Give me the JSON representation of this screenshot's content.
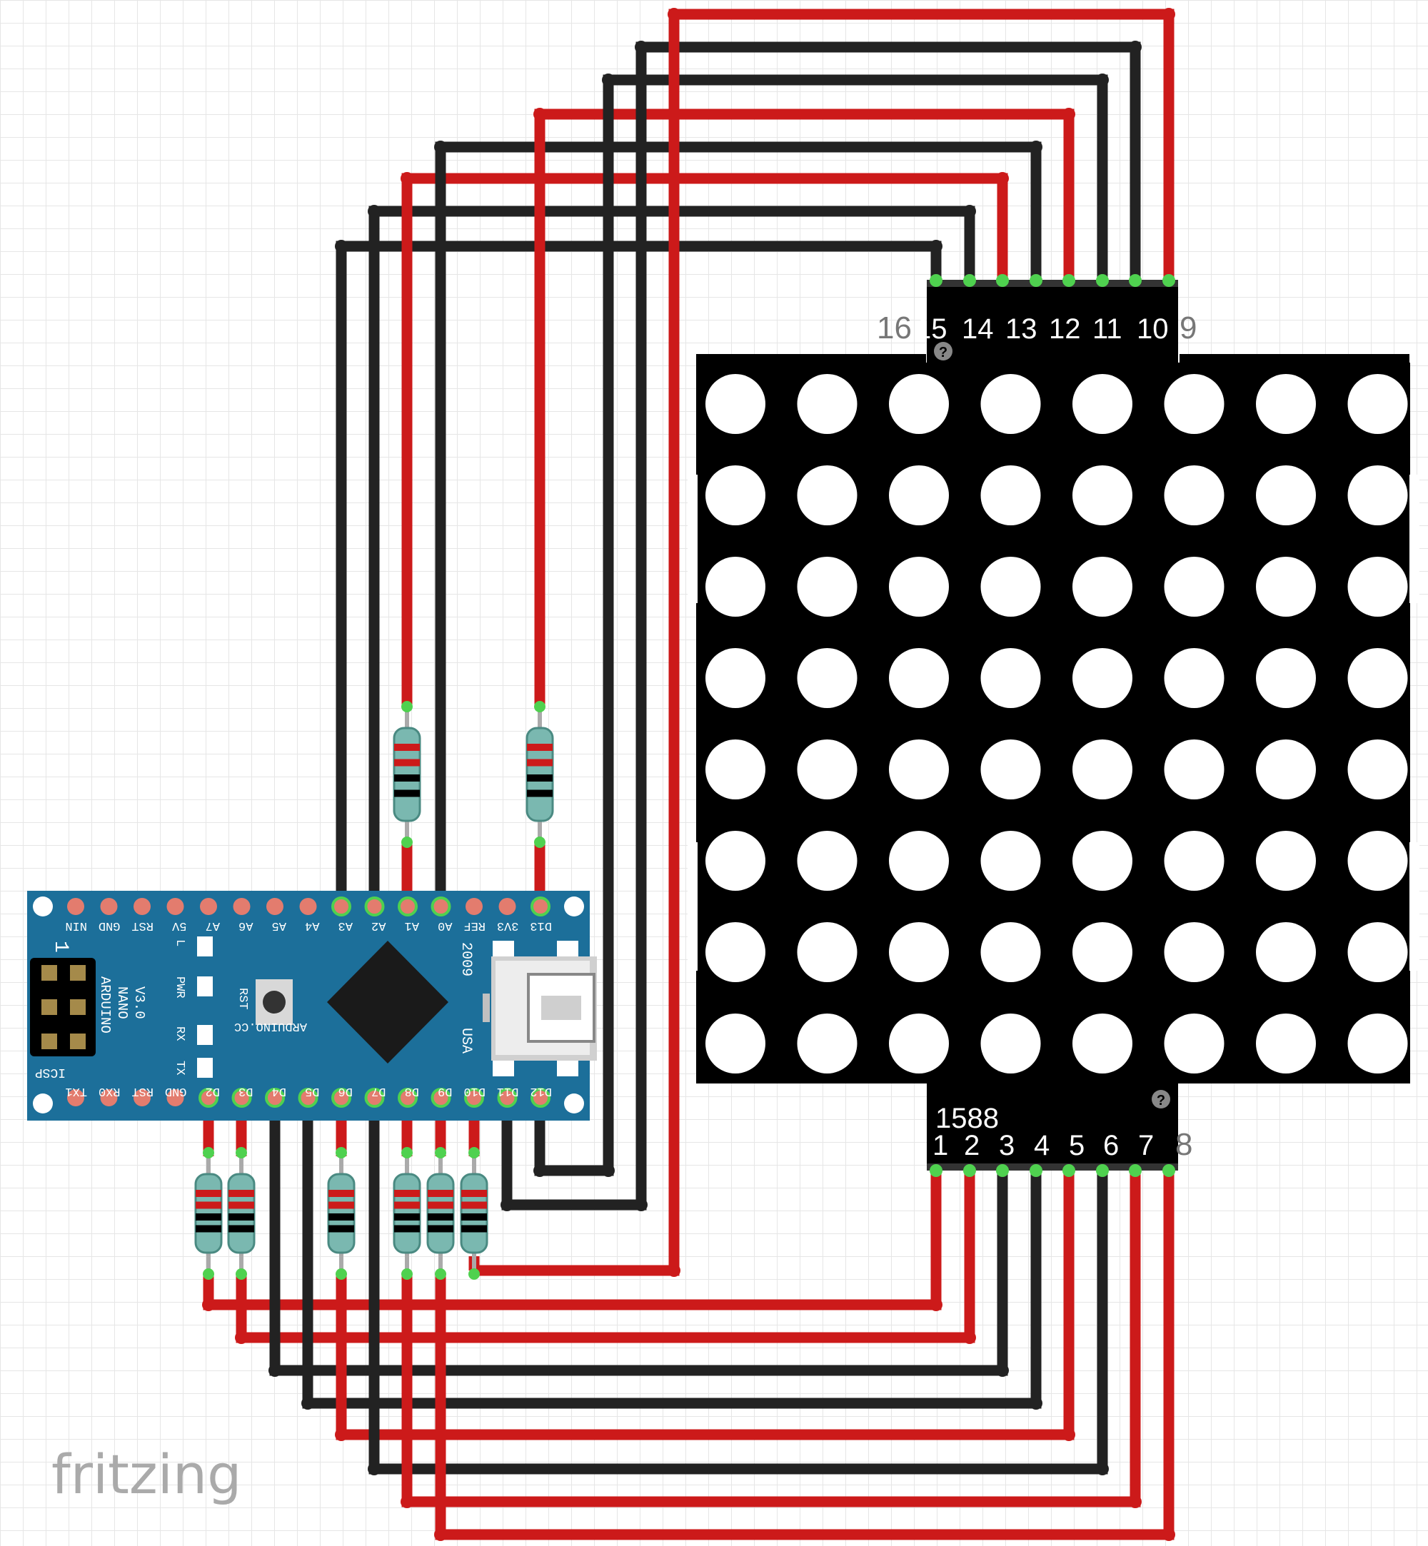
{
  "brand": "fritzing",
  "matrix": {
    "part_number": "1588",
    "top_pins": [
      "16",
      "15",
      "14",
      "13",
      "12",
      "11",
      "10",
      "9"
    ],
    "bottom_pins": [
      "1",
      "2",
      "3",
      "4",
      "5",
      "6",
      "7",
      "8"
    ],
    "rows": 8,
    "cols": 8
  },
  "arduino": {
    "name_line1": "ARDUINO",
    "name_line2": "NANO",
    "name_line3": "V3.0",
    "site": "ARDUINO.CC",
    "year": "2009",
    "country": "USA",
    "rst_label": "RST",
    "icsp_label": "ICSP",
    "icsp_pin1": "1",
    "led_labels": [
      "L",
      "PWR",
      "RX",
      "TX"
    ],
    "top_header": [
      "NIN",
      "GND",
      "RST",
      "5V",
      "A7",
      "A6",
      "A5",
      "A4",
      "A3",
      "A2",
      "A1",
      "A0",
      "REF",
      "3V3",
      "D13"
    ],
    "bottom_header": [
      "TX1",
      "RX0",
      "RST",
      "GND",
      "D2",
      "D3",
      "D4",
      "D5",
      "D6",
      "D7",
      "D8",
      "D9",
      "D10",
      "D11",
      "D12"
    ]
  },
  "colors": {
    "wire_red": "#cc1a1a",
    "wire_black": "#222222",
    "board": "#1c6f9a",
    "pin": "#e37c6e",
    "matrix_body": "#000000",
    "led": "#ffffff",
    "pin_tip": "#4fd14f"
  }
}
